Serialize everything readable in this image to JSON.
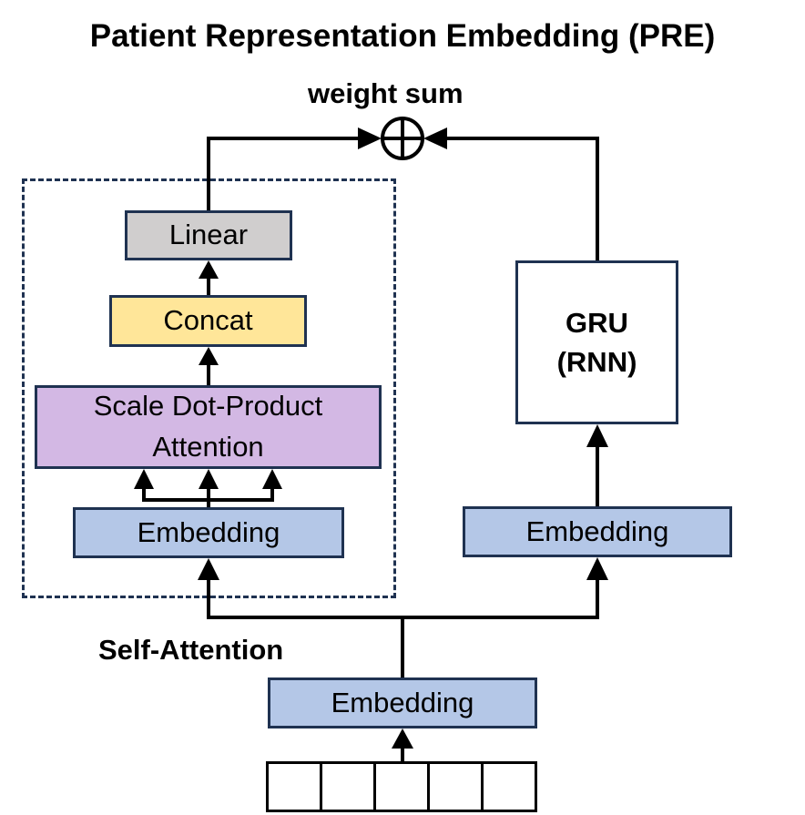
{
  "title": "Patient Representation Embedding (PRE)",
  "weight_sum_label": "weight sum",
  "self_attention_label": "Self-Attention",
  "left_branch": {
    "linear": "Linear",
    "concat": "Concat",
    "attention_line1": "Scale Dot-Product",
    "attention_line2": "Attention",
    "embedding": "Embedding"
  },
  "right_branch": {
    "gru_line1": "GRU",
    "gru_line2": "(RNN)",
    "embedding": "Embedding"
  },
  "bottom_embedding": "Embedding",
  "input_cells": 5,
  "colors": {
    "border": "#1f3251",
    "linear_fill": "#d0cece",
    "concat_fill": "#ffe699",
    "attention_fill": "#d3b8e4",
    "embedding_fill": "#b4c7e7"
  }
}
